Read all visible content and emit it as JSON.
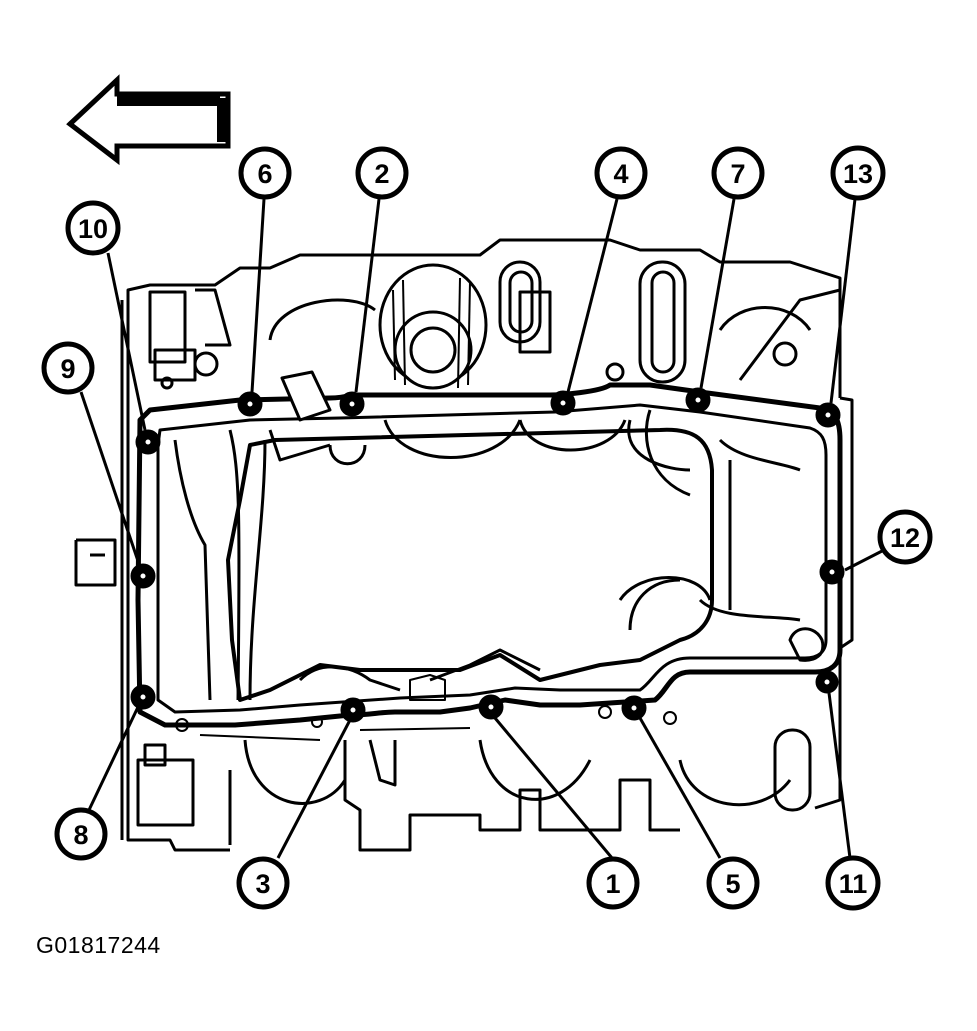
{
  "figure_id": "G01817244",
  "callouts": [
    "1",
    "2",
    "3",
    "4",
    "5",
    "6",
    "7",
    "8",
    "9",
    "10",
    "11",
    "12",
    "13"
  ],
  "direction_icon": "left-arrow-icon",
  "line_color": "#000000",
  "background_color": "#ffffff"
}
